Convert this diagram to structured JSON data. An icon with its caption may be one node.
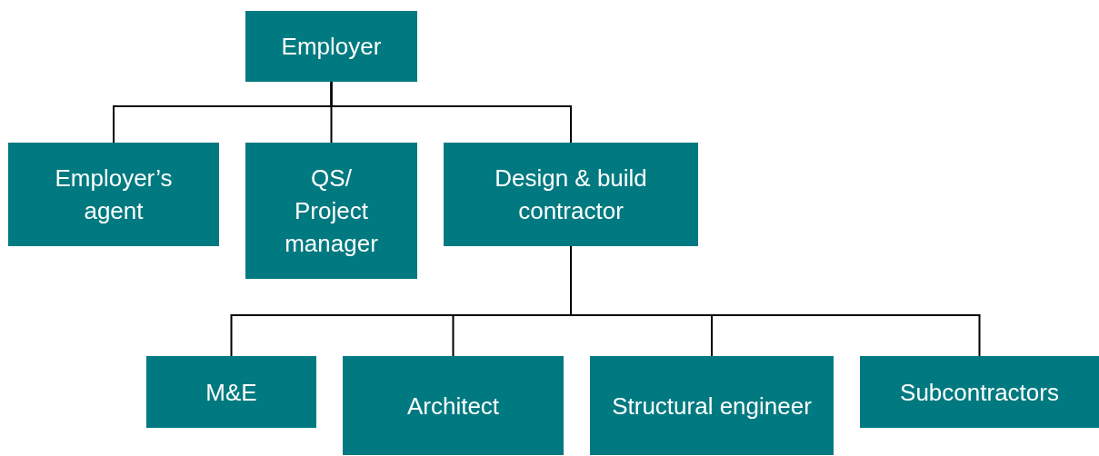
{
  "diagram": {
    "nodes": [
      {
        "text": [
          "Employer"
        ]
      },
      {
        "text": [
          "Employer’s agent"
        ]
      },
      {
        "text": [
          "QS/ Project manager"
        ]
      },
      {
        "text": [
          "Design & build contractor"
        ]
      },
      {
        "text": [
          "M&E"
        ]
      },
      {
        "text": [
          "Architect"
        ]
      },
      {
        "text": [
          "Structural engineer"
        ]
      },
      {
        "text": [
          "Subcontractors"
        ]
      }
    ],
    "edges": [
      {
        "from": 0,
        "to": 1,
        "arrow": "none"
      },
      {
        "from": 0,
        "to": 2,
        "arrow": "none"
      },
      {
        "from": 0,
        "to": 3,
        "arrow": "none"
      },
      {
        "from": 3,
        "to": 4,
        "arrow": "none"
      },
      {
        "from": 3,
        "to": 5,
        "arrow": "none"
      },
      {
        "from": 3,
        "to": 6,
        "arrow": "none"
      },
      {
        "from": 3,
        "to": 7,
        "arrow": "none"
      }
    ]
  }
}
